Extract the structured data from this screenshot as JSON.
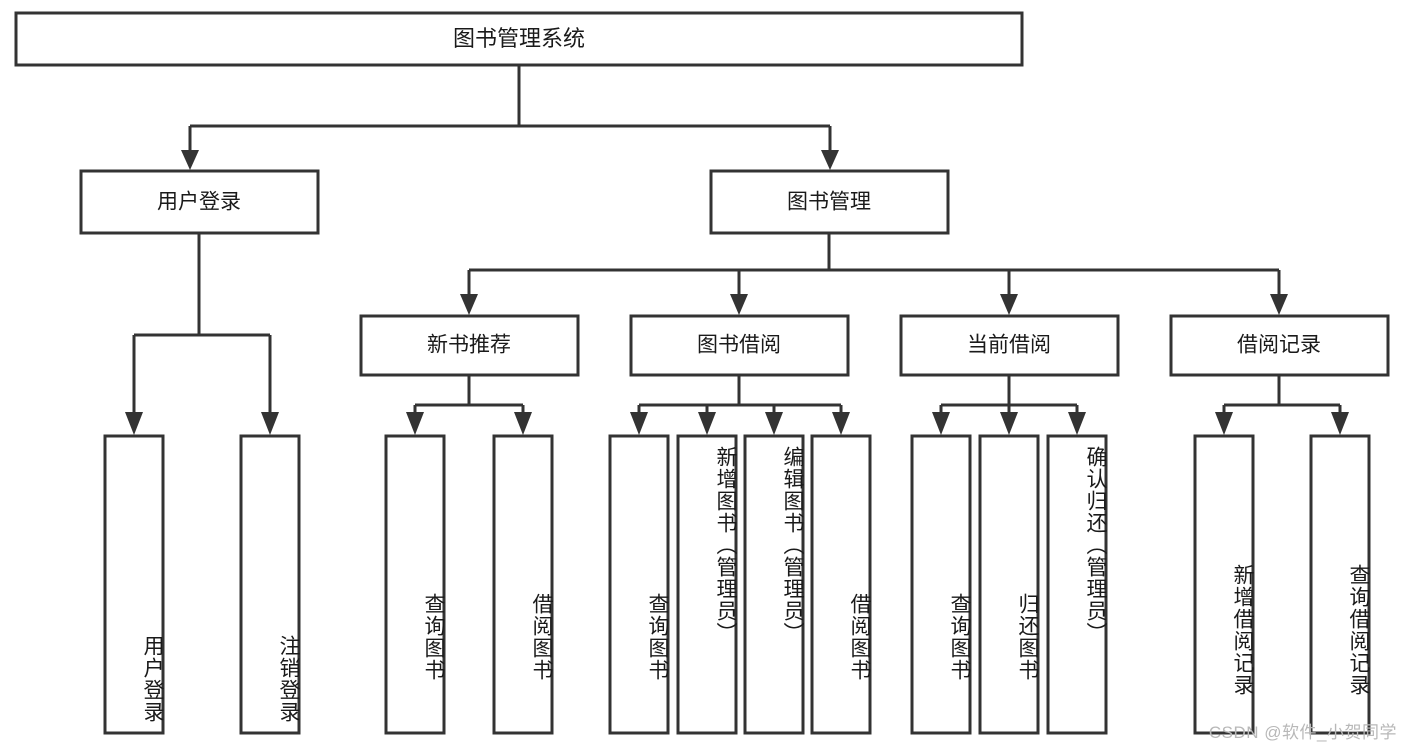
{
  "diagram": {
    "type": "tree",
    "title": "图书管理系统",
    "root": {
      "label": "图书管理系统",
      "children": [
        {
          "label": "用户登录",
          "children": [
            {
              "label": "用户登录"
            },
            {
              "label": "注销登录"
            }
          ]
        },
        {
          "label": "图书管理",
          "children": [
            {
              "label": "新书推荐",
              "children": [
                {
                  "label": "查询图书"
                },
                {
                  "label": "借阅图书"
                }
              ]
            },
            {
              "label": "图书借阅",
              "children": [
                {
                  "label": "查询图书"
                },
                {
                  "label": "新增图书（管理员）"
                },
                {
                  "label": "编辑图书（管理员）"
                },
                {
                  "label": "借阅图书"
                }
              ]
            },
            {
              "label": "当前借阅",
              "children": [
                {
                  "label": "查询图书"
                },
                {
                  "label": "归还图书"
                },
                {
                  "label": "确认归还（管理员）"
                }
              ]
            },
            {
              "label": "借阅记录",
              "children": [
                {
                  "label": "新增借阅记录"
                },
                {
                  "label": "查询借阅记录"
                }
              ]
            }
          ]
        }
      ]
    },
    "nodes": {
      "root": "图书管理系统",
      "user_login": "用户登录",
      "book_manage": "图书管理",
      "new_book_rec": "新书推荐",
      "book_borrow": "图书借阅",
      "current_borrow": "当前借阅",
      "borrow_record": "借阅记录",
      "leaf_user_login": "用户登录",
      "leaf_logout": "注销登录",
      "leaf_query_book_1": "查询图书",
      "leaf_borrow_book_1": "借阅图书",
      "leaf_query_book_2": "查询图书",
      "leaf_add_book": "新增图书（管理员）",
      "leaf_edit_book": "编辑图书（管理员）",
      "leaf_borrow_book_2": "借阅图书",
      "leaf_query_book_3": "查询图书",
      "leaf_return_book": "归还图书",
      "leaf_confirm_return": "确认归还（管理员）",
      "leaf_add_record": "新增借阅记录",
      "leaf_query_record": "查询借阅记录"
    },
    "colors": {
      "stroke": "#333333",
      "fill": "#ffffff",
      "text": "#1a1a1a",
      "watermark": "#b8b8b8"
    }
  },
  "watermark": {
    "text": "CSDN @软件_小贺同学"
  }
}
